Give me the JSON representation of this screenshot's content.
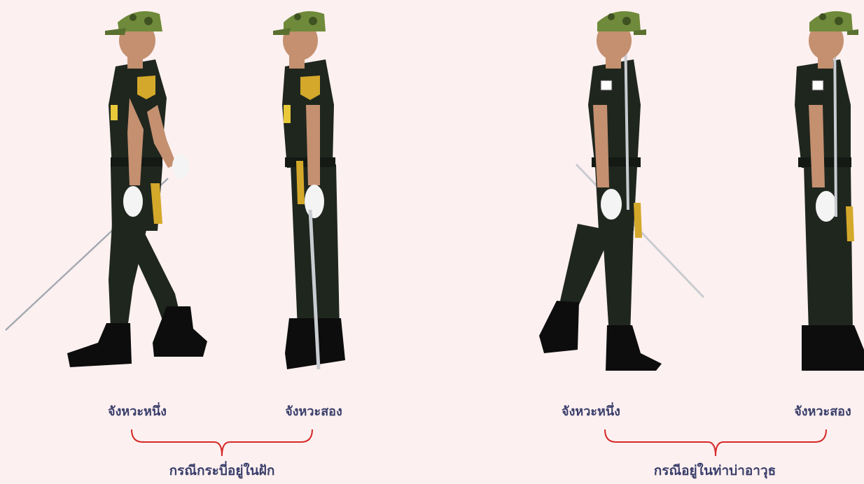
{
  "colors": {
    "background": "#fdf0f0",
    "text": "#3a3f6b",
    "brace": "#d62828",
    "uniform": "#1f261e",
    "camo_cap": "#6f8a3a",
    "glove": "#f4f4f4",
    "sword": "#c9ccd1",
    "gold": "#d4a82a"
  },
  "groups": [
    {
      "step_labels": [
        "จังหวะหนึ่ง",
        "จังหวะสอง"
      ],
      "caption": "กรณีกระบี่อยู่ในฝัก"
    },
    {
      "step_labels": [
        "จังหวะหนึ่ง",
        "จังหวะสอง"
      ],
      "caption": "กรณีอยู่ในท่าบ่าอาวุธ"
    }
  ],
  "icons": [
    "soldier-walking-sword-low",
    "soldier-standing-sword-sheathed",
    "soldier-walking-sword-shoulder",
    "soldier-standing-sword-shoulder"
  ]
}
